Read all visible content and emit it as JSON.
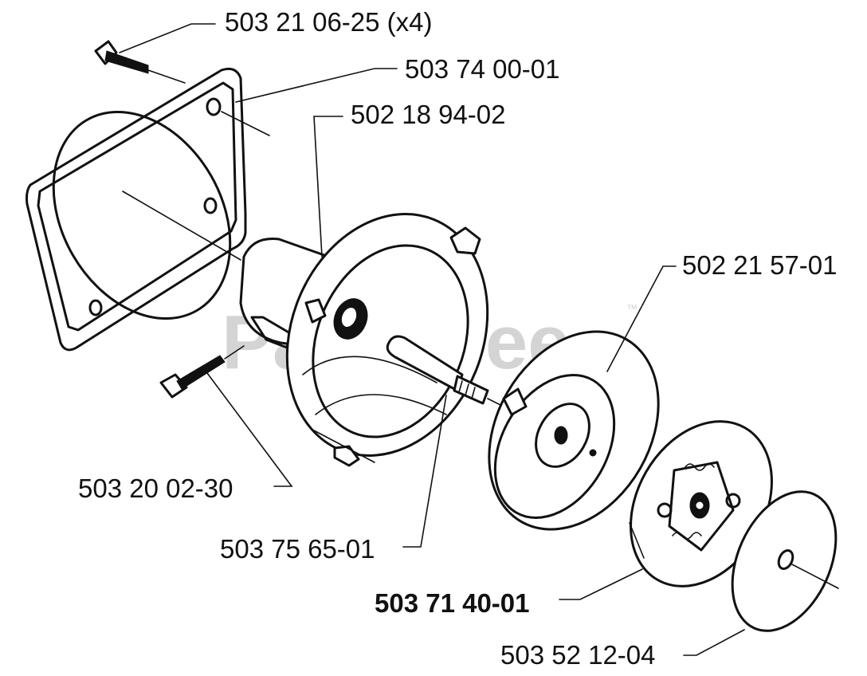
{
  "diagram": {
    "watermark": "PartsTree",
    "watermark_mark": "™",
    "parts": [
      {
        "id": "screw_top",
        "number": "503 21 06-25 (x4)",
        "bold": false
      },
      {
        "id": "gasket",
        "number": "503 74 00-01",
        "bold": false
      },
      {
        "id": "clutch_housing",
        "number": "502 18 94-02",
        "bold": false
      },
      {
        "id": "clutch_drum",
        "number": "502 21 57-01",
        "bold": false
      },
      {
        "id": "screw_side",
        "number": "503 20 02-30",
        "bold": false
      },
      {
        "id": "shaft",
        "number": "503 75 65-01",
        "bold": false
      },
      {
        "id": "clutch_assembly",
        "number": "503 71 40-01",
        "bold": true
      },
      {
        "id": "washer",
        "number": "503 52 12-04",
        "bold": false
      }
    ]
  }
}
